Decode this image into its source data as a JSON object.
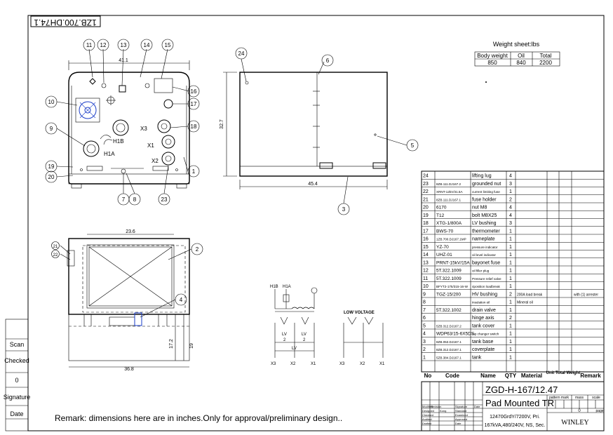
{
  "drawing_number": "1ZB.700.DH74.1",
  "weight_sheet": {
    "title": "Weight sheet:lbs",
    "headers": [
      "Body weight",
      "Oil",
      "Total"
    ],
    "values": [
      "850",
      "840",
      "2200"
    ]
  },
  "dims": {
    "top_width": "41.1",
    "top_height": "32.7",
    "side_width": "45.4",
    "bottom_width": "23.6",
    "bottom_width2": "36.8",
    "bottom_height": "19",
    "bottom_height2": "17.2"
  },
  "callouts": [
    "1",
    "2",
    "3",
    "4",
    "5",
    "6",
    "7",
    "8",
    "9",
    "10",
    "11",
    "12",
    "13",
    "14",
    "15",
    "16",
    "17",
    "18",
    "19",
    "20",
    "21",
    "22",
    "23",
    "24"
  ],
  "bushing_labels": {
    "x3": "X3",
    "x1": "X1",
    "x2": "X2",
    "h1a": "H1A",
    "h1b": "H1B"
  },
  "schematic": {
    "h1b": "H1B",
    "h1a": "H1A",
    "low_voltage": "LOW VOLTAGE",
    "lv": "LV",
    "two": "2",
    "x3": "X3",
    "x2": "X2",
    "x1": "X1"
  },
  "left_labels": [
    "Scan",
    "Checked",
    "0",
    "Signature",
    "Date"
  ],
  "remark": "Remark: dimensions here are in inches.Only for approval/preliminary design..",
  "parts": [
    {
      "no": "24",
      "code": "",
      "name": "lifting lug",
      "qty": "4",
      "material": "",
      "remark": ""
    },
    {
      "no": "23",
      "code": "8ZB.111.DJ167.2",
      "name": "grounded nut",
      "qty": "3",
      "material": "",
      "remark": ""
    },
    {
      "no": "22",
      "code": "XRNT-12kV/31.5A",
      "name": "current limiting fuse",
      "qty": "1",
      "material": "",
      "remark": ""
    },
    {
      "no": "21",
      "code": "8ZB.111.DJ167.1",
      "name": "fuse holder",
      "qty": "2",
      "material": "",
      "remark": ""
    },
    {
      "no": "20",
      "code": "6170",
      "name": "nut M8",
      "qty": "4",
      "material": "",
      "remark": ""
    },
    {
      "no": "19",
      "code": "T12",
      "name": "bolt M8X25",
      "qty": "4",
      "material": "",
      "remark": ""
    },
    {
      "no": "18",
      "code": "XTG-1/800A",
      "name": "LV bushing",
      "qty": "3",
      "material": "",
      "remark": ""
    },
    {
      "no": "17",
      "code": "BWS-70",
      "name": "thermometer",
      "qty": "1",
      "material": "",
      "remark": ""
    },
    {
      "no": "16",
      "code": "1ZB.700.DJ167.1MP",
      "name": "nameplate",
      "qty": "1",
      "material": "",
      "remark": ""
    },
    {
      "no": "15",
      "code": "YZ-70",
      "name": "pressure indicator",
      "qty": "1",
      "material": "",
      "remark": ""
    },
    {
      "no": "14",
      "code": "UHZ-01",
      "name": "oil level indicator",
      "qty": "1",
      "material": "",
      "remark": ""
    },
    {
      "no": "13",
      "code": "PRNT-15kV/15A",
      "name": "bayonet fuse",
      "qty": "1",
      "material": "",
      "remark": ""
    },
    {
      "no": "12",
      "code": "5T.322.1009",
      "name": "oil filler plug",
      "qty": "1",
      "material": "",
      "remark": ""
    },
    {
      "no": "11",
      "code": "5T.322.1009",
      "name": "Pressure relief valve",
      "qty": "1",
      "material": "",
      "remark": ""
    },
    {
      "no": "10",
      "code": "BFYT2-175/315-16-W",
      "name": "4position loadbreak",
      "qty": "1",
      "material": "",
      "remark": ""
    },
    {
      "no": "9",
      "code": "TGZ-15/200",
      "name": "HV bushing",
      "qty": "2",
      "material": "200A load break",
      "remark": "with (1) arrester"
    },
    {
      "no": "8",
      "code": "",
      "name": "insulation oil",
      "qty": "1",
      "material": "Mineral oil",
      "remark": ""
    },
    {
      "no": "7",
      "code": "5T.322.1002",
      "name": "drain valve",
      "qty": "1",
      "material": "",
      "remark": ""
    },
    {
      "no": "6",
      "code": "",
      "name": "hinge axis",
      "qty": "2",
      "material": "",
      "remark": ""
    },
    {
      "no": "5",
      "code": "5ZB.312.DJ167.2",
      "name": "tank cover",
      "qty": "1",
      "material": "",
      "remark": ""
    },
    {
      "no": "4",
      "code": "WDP63/15-6X5DS",
      "name": "tap changer switch",
      "qty": "1",
      "material": "",
      "remark": ""
    },
    {
      "no": "3",
      "code": "8ZB.053.DJ167.1",
      "name": "tank base",
      "qty": "1",
      "material": "",
      "remark": ""
    },
    {
      "no": "2",
      "code": "8ZB.312.DJ167.1",
      "name": "coverplate",
      "qty": "1",
      "material": "",
      "remark": ""
    },
    {
      "no": "1",
      "code": "5ZB.384.DJ167.1",
      "name": "tank",
      "qty": "1",
      "material": "",
      "remark": ""
    }
  ],
  "parts_header": {
    "no": "No",
    "code": "Code",
    "name": "Name",
    "qty": "QTY",
    "material": "Material",
    "unit_weight": "Unit Total Weight",
    "remark": "Remark"
  },
  "title_block": {
    "model": "ZGD-H-167/12.47",
    "name": "Pad Mounted TR",
    "spec1": "12470GrdY/7200V, Pri.",
    "spec2": "167kVA,480/240V, NS, Sec.",
    "company": "WINLEY",
    "pattern_mark": "pattern mark",
    "mass": "mass",
    "scale": "scale",
    "page": "page",
    "zero": "0",
    "roles": [
      "Modified",
      "Designed",
      "Checked",
      "Audited",
      "Drafted"
    ],
    "cols": [
      "Revision",
      "Signature",
      "Date"
    ],
    "roles2": [
      "Kong",
      "Examined",
      "Approved",
      "Date"
    ],
    "standard": "Standard"
  }
}
